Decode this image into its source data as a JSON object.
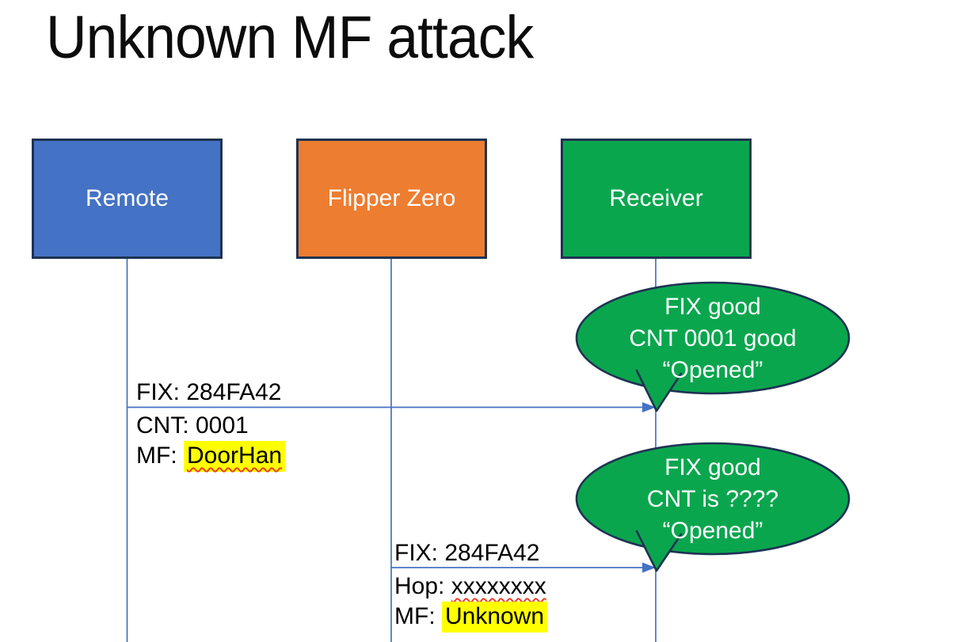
{
  "slide": {
    "title": "Unknown MF attack"
  },
  "actors": [
    {
      "label": "Remote"
    },
    {
      "label": "Flipper Zero"
    },
    {
      "label": "Receiver"
    }
  ],
  "messages": [
    {
      "from": "Remote",
      "to": "Receiver",
      "above": "FIX: 284FA42",
      "line2": "CNT: 0001",
      "line3_prefix": "MF: ",
      "line3_value": "DoorHan"
    },
    {
      "from": "Flipper Zero",
      "to": "Receiver",
      "above": "FIX: 284FA42",
      "line2_prefix": "Hop: ",
      "line2_value": "xxxxxxxx",
      "line3_prefix": "MF: ",
      "line3_value": "Unknown"
    }
  ],
  "callouts": [
    {
      "lines": [
        "FIX good",
        "CNT 0001 good",
        "“Opened”"
      ]
    },
    {
      "lines": [
        "FIX good",
        "CNT is ????",
        "“Opened”"
      ]
    }
  ],
  "colors": {
    "actor-blue": "#4472c4",
    "actor-orange": "#ed7d31",
    "actor-green": "#0aa64e",
    "shape-border-navy": "#1f3352",
    "connector-blue": "#4472c4",
    "highlight-yellow": "#ffff00",
    "spellcheck-red": "#e8402a",
    "text-black": "#000000",
    "text-white": "#ffffff",
    "background": "#ffffff"
  }
}
